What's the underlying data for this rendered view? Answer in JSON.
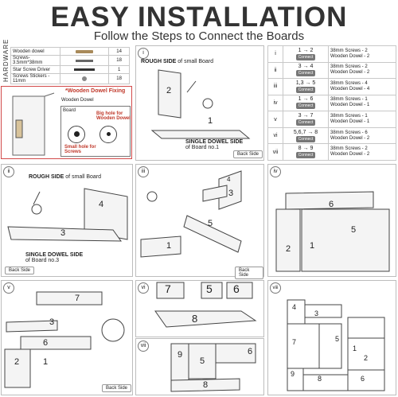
{
  "header": {
    "title": "EASY INSTALLATION",
    "subtitle": "Follow the Steps to Connect the Boards"
  },
  "hardware": {
    "label": "HARDWARE",
    "items": [
      {
        "name": "Wooden dowel",
        "qty": "14"
      },
      {
        "name": "Screws- 3.5mm*38mm",
        "qty": "18"
      },
      {
        "name": "Star Screw Driver",
        "qty": "1"
      },
      {
        "name": "Screws Stickers - 11mm",
        "qty": "18"
      }
    ]
  },
  "dowel_fixing": {
    "title": "*Wooden Dowel Fixing",
    "wooden_dowel": "Wooden Dowel",
    "board": "Board",
    "big_hole": "Big hole for Wooden Dowel",
    "small_hole": "Small hole for Screws"
  },
  "step_i": {
    "badge": "i",
    "rough_strong": "ROUGH SIDE",
    "rough_rest": " of small Board",
    "single_strong": "SINGLE DOWEL SIDE",
    "single_rest": "of Board no.1",
    "back_side": "Back Side",
    "board_a": "2",
    "board_b": "1"
  },
  "steps_table": {
    "connect": "Connect",
    "rows": [
      {
        "roman": "i",
        "conn": "1 → 2",
        "spec": "38mm Screws - 2\nWooden Dowel - 2"
      },
      {
        "roman": "ii",
        "conn": "3 → 4",
        "spec": "38mm Screws - 2\nWooden Dowel - 2"
      },
      {
        "roman": "iii",
        "conn": "1,3 → 5",
        "spec": "38mm Screws - 4\nWooden Dowel - 4"
      },
      {
        "roman": "iv",
        "conn": "1 → 6",
        "spec": "38mm Screws - 1\nWooden Dowel - 1"
      },
      {
        "roman": "v",
        "conn": "3 → 7",
        "spec": "38mm Screws - 1\nWooden Dowel - 1"
      },
      {
        "roman": "vi",
        "conn": "5,6,7 → 8",
        "spec": "38mm Screws - 6\nWooden Dowel - 2"
      },
      {
        "roman": "vii",
        "conn": "8 → 9",
        "spec": "38mm Screws - 2\nWooden Dowel - 2"
      }
    ]
  },
  "step_ii": {
    "badge": "ii",
    "rough_strong": "ROUGH SIDE",
    "rough_rest": " of small Board",
    "single_strong": "SINGLE DOWEL SIDE",
    "single_rest": "of Board no.3",
    "back_side": "Back Side",
    "board_a": "4",
    "board_b": "3"
  },
  "step_iii": {
    "badge": "iii",
    "back_side": "Back Side",
    "b1": "4",
    "b2": "3",
    "b3": "5",
    "b4": "1"
  },
  "step_iv": {
    "badge": "iv",
    "b1": "6",
    "b2": "5",
    "b3": "2",
    "b4": "1"
  },
  "step_v": {
    "badge": "v",
    "back_side": "Back Side",
    "b1": "7",
    "b2": "3",
    "b3": "6",
    "b4": "2",
    "b5": "1"
  },
  "step_vi": {
    "badge": "vi",
    "b1": "7",
    "b2": "5",
    "b3": "6",
    "b4": "8"
  },
  "step_vii": {
    "badge": "vii",
    "b1": "9",
    "b2": "5",
    "b3": "6",
    "b4": "8"
  },
  "step_viii": {
    "badge": "viii",
    "b1": "4",
    "b2": "3",
    "b3": "7",
    "b4": "5",
    "b5": "1",
    "b6": "2",
    "b7": "9",
    "b8": "8",
    "b9": "6"
  }
}
